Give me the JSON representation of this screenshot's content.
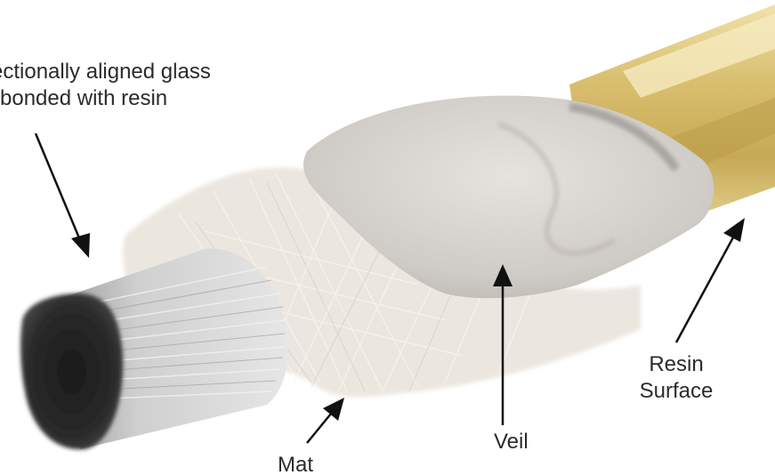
{
  "labels": {
    "glass_line1": "ectionally aligned glass",
    "glass_line2": "bonded with resin",
    "resin_line1": "Resin",
    "resin_line2": "Surface",
    "veil": "Veil",
    "mat": "Mat"
  },
  "colors": {
    "background": "#ffffff",
    "resin_rod": "#d9c27a",
    "veil": "#d8d4cf",
    "mat": "#e9e3da",
    "glass_fibers": "#c9c9c9",
    "label_text": "#2b2b2b",
    "arrow": "#111111"
  }
}
